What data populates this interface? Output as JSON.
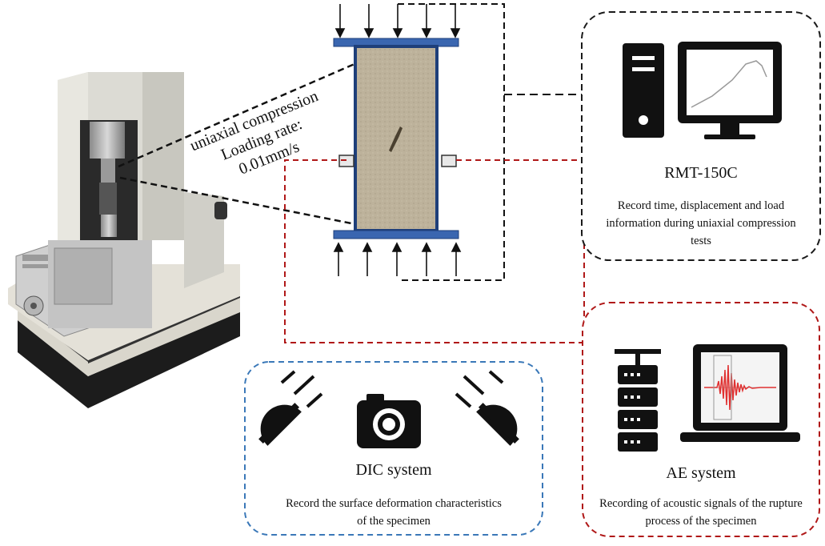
{
  "loading_annotation": {
    "line1": "uniaxial compression",
    "line2": "Loading rate:",
    "line3": "0.01mm/s"
  },
  "rmt_panel": {
    "title": "RMT-150C",
    "description": "Record time, displacement and load information during uniaxial compression tests",
    "border_color": "#1a1a1a"
  },
  "dic_panel": {
    "title": "DIC system",
    "description": "Record the surface deformation characteristics of the specimen",
    "border_color": "#3a78b8"
  },
  "ae_panel": {
    "title": "AE system",
    "description": "Recording of acoustic signals of the rupture process of the specimen",
    "border_color": "#b01818"
  },
  "colors": {
    "platen": "#3a66b0",
    "specimen": "#bdb29b",
    "red_signal": "#e03030"
  },
  "icons": [
    "computer-tower-icon",
    "monitor-icon",
    "camera-icon",
    "light-icon",
    "server-icon",
    "laptop-icon"
  ]
}
